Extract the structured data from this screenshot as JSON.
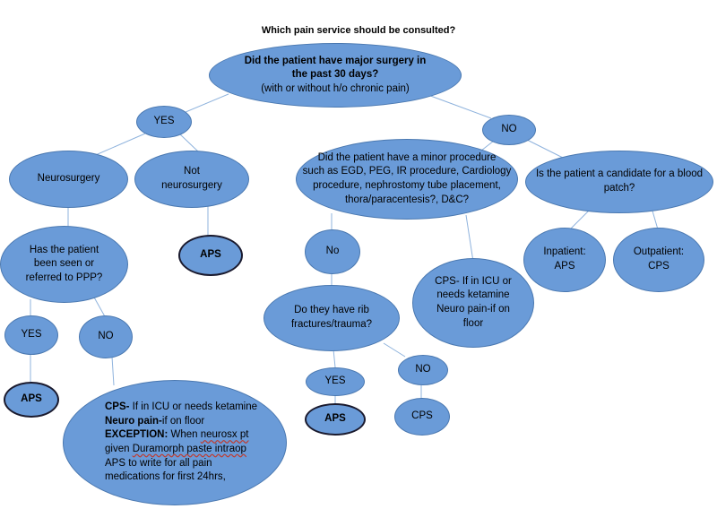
{
  "title": "Which pain service should be consulted?",
  "nodes": {
    "root": {
      "line1": "Did the patient have major surgery in",
      "line2": "the past 30 days?",
      "line3": "(with or without h/o chronic pain)"
    },
    "yes1": "YES",
    "no1": "NO",
    "neurosurgery": "Neurosurgery",
    "not_neuro": {
      "line1": "Not",
      "line2": "neurosurgery"
    },
    "aps1": "APS",
    "seen_ppp": {
      "line1": "Has the patient",
      "line2": "been seen or",
      "line3": "referred to PPP?"
    },
    "yes2": "YES",
    "no2": "NO",
    "aps2": "APS",
    "cps_exception": {
      "l1a": "CPS-",
      "l1b": " If in ICU or needs ketamine",
      "l2a": "Neuro pain-",
      "l2b": "if on floor",
      "l3a": "EXCEPTION:",
      "l3b": " When ",
      "l3c": "neurosx pt",
      "l4a": "given ",
      "l4b": "Duramorph paste intraop",
      "l5": "APS to write for all pain",
      "l6": "medications for first 24hrs,"
    },
    "minor": {
      "line1": "Did the patient have a minor procedure",
      "line2": "such as EGD, PEG, IR procedure, Cardiology",
      "line3": "procedure,  nephrostomy tube placement,",
      "line4": "thora/paracentesis?, D&C?"
    },
    "blood_patch": {
      "line1": "Is the patient a candidate for a blood",
      "line2": "patch?"
    },
    "inpatient": {
      "line1": "Inpatient:",
      "line2": "APS"
    },
    "outpatient": {
      "line1": "Outpatient:",
      "line2": "CPS"
    },
    "no3": "No",
    "cps_icu": {
      "line1": "CPS- If in ICU or",
      "line2": "needs ketamine",
      "line3": "Neuro pain-if on",
      "line4": "floor"
    },
    "rib": {
      "line1": "Do they have rib",
      "line2": "fractures/trauma?"
    },
    "yes3": "YES",
    "no4": "NO",
    "aps3": "APS",
    "cps3": "CPS"
  },
  "colors": {
    "node_fill": "#6a9bd8",
    "node_border": "#4a78b0",
    "edge": "#8fb3dd",
    "dark_border": "#1a1a2e"
  }
}
